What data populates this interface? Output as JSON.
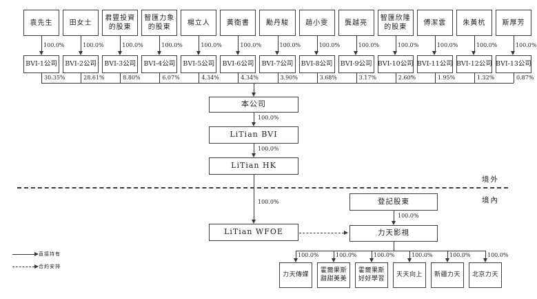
{
  "diagram": {
    "columns": [
      {
        "shareholder": "袁先生",
        "own_pct": "100.0%",
        "bvi": "BVI-1公司",
        "stake_pct": "30.35%"
      },
      {
        "shareholder": "田女士",
        "own_pct": "100.0%",
        "bvi": "BVI-2公司",
        "stake_pct": "28.61%"
      },
      {
        "shareholder": "君豐投資 的股東",
        "own_pct": "100.0%",
        "bvi": "BVI-3公司",
        "stake_pct": "8.80%"
      },
      {
        "shareholder": "智匯力象 的股東",
        "own_pct": "100.0%",
        "bvi": "BVI-4公司",
        "stake_pct": "6.07%"
      },
      {
        "shareholder": "楊立人",
        "own_pct": "100.0%",
        "bvi": "BVI-5公司",
        "stake_pct": "4.34%"
      },
      {
        "shareholder": "黃衛書",
        "own_pct": "100.0%",
        "bvi": "BVI-6公司",
        "stake_pct": "4.34%"
      },
      {
        "shareholder": "勵丹駿",
        "own_pct": "100.0%",
        "bvi": "BVI-7公司",
        "stake_pct": "3.90%"
      },
      {
        "shareholder": "趙小雯",
        "own_pct": "100.0%",
        "bvi": "BVI-8公司",
        "stake_pct": "3.68%"
      },
      {
        "shareholder": "龔越亮",
        "own_pct": "100.0%",
        "bvi": "BVI-9公司",
        "stake_pct": "3.17%"
      },
      {
        "shareholder": "智匯欣隆 的股東",
        "own_pct": "100.0%",
        "bvi": "BVI-10公司",
        "stake_pct": "2.60%"
      },
      {
        "shareholder": "傅潔雲",
        "own_pct": "100.0%",
        "bvi": "BVI-11公司",
        "stake_pct": "1.95%"
      },
      {
        "shareholder": "朱黃杭",
        "own_pct": "100.0%",
        "bvi": "BVI-12公司",
        "stake_pct": "1.32%"
      },
      {
        "shareholder": "斯厚芳",
        "own_pct": "100.0%",
        "bvi": "BVI-13公司",
        "stake_pct": "0.87%"
      }
    ],
    "chain": {
      "company": "本公司",
      "pct_company_bvi": "100.0%",
      "litian_bvi": "LiTian BVI",
      "pct_bvi_hk": "100.0%",
      "litian_hk": "LiTian HK",
      "pct_hk_wfoe": "100.0%",
      "litian_wfoe": "LiTian WFOE"
    },
    "region_labels": {
      "offshore": "境外",
      "onshore": "境內"
    },
    "onshore_branch": {
      "registered_shareholders": "登記股東",
      "pct": "100.0%",
      "litian_media_tv": "力天影視"
    },
    "subsidiaries": [
      {
        "name": "力天傳媒",
        "pct": "100.0%"
      },
      {
        "name": "霍爾果斯 甜甜美美",
        "pct": "100.0%"
      },
      {
        "name": "霍爾果斯 好好學習",
        "pct": "100.0%"
      },
      {
        "name": "天天向上",
        "pct": "100.0%"
      },
      {
        "name": "新疆力天",
        "pct": "100.0%"
      },
      {
        "name": "北京力天",
        "pct": "100.0%"
      }
    ],
    "legend": {
      "direct_holding": "直接持有",
      "contractual_arrangement": "合約安排"
    }
  }
}
